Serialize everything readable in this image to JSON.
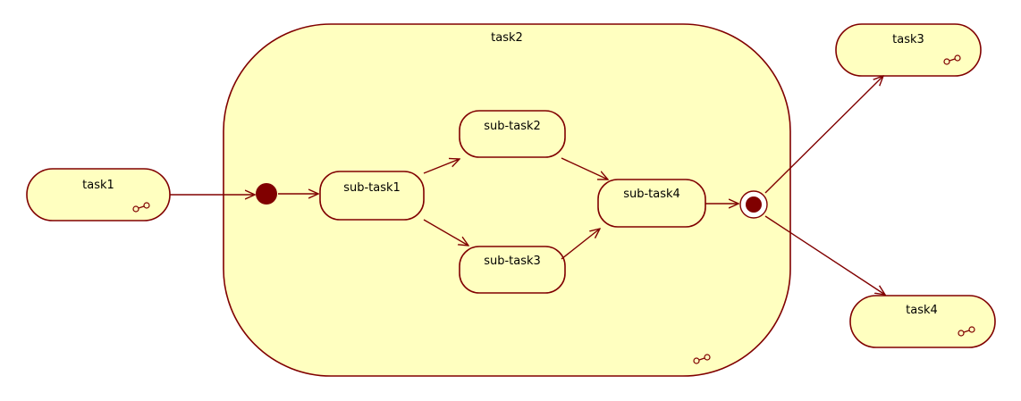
{
  "states": {
    "task1": {
      "label": "task1"
    },
    "task2": {
      "label": "task2"
    },
    "task3": {
      "label": "task3"
    },
    "task4": {
      "label": "task4"
    },
    "sub_task1": {
      "label": "sub-task1"
    },
    "sub_task2": {
      "label": "sub-task2"
    },
    "sub_task3": {
      "label": "sub-task3"
    },
    "sub_task4": {
      "label": "sub-task4"
    }
  },
  "icons": {
    "submachine": "submachine-link-icon"
  },
  "colors": {
    "state_fill": "#ffffc0",
    "stroke": "#800000"
  }
}
